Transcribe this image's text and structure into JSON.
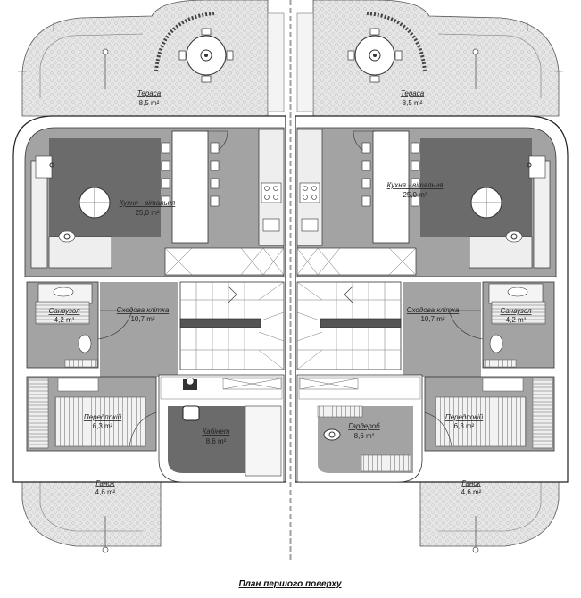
{
  "title": "План першого поверху",
  "area_unit": "m²",
  "colors": {
    "wall": "#ffffff",
    "floor_grey": "#a3a3a3",
    "floor_dark": "#6b6b6b",
    "paving": "#e4e4e4",
    "line": "#333333"
  },
  "rooms": {
    "terrace_left": {
      "name": "Тераса",
      "area": "8,5 m²"
    },
    "terrace_right": {
      "name": "Тераса",
      "area": "8,5 m²"
    },
    "kitchen_left": {
      "name": "Кухня - вітальня",
      "area": "25,0 m²"
    },
    "kitchen_right": {
      "name": "Кухня - вітальня",
      "area": "25,0 m²"
    },
    "bath_left": {
      "name": "Санвузол",
      "area": "4,2 m²"
    },
    "bath_right": {
      "name": "Санвузол",
      "area": "4,2 m²"
    },
    "stair_left": {
      "name": "Сходова клітка",
      "area": "10,7 m²"
    },
    "stair_right": {
      "name": "Сходова клітка",
      "area": "10,7 m²"
    },
    "hall_left": {
      "name": "Передпокій",
      "area": "6,3 m²"
    },
    "hall_right": {
      "name": "Передпокій",
      "area": "6,3 m²"
    },
    "study": {
      "name": "Кабінет",
      "area": "8,6 m²"
    },
    "wardrobe": {
      "name": "Гардероб",
      "area": "8,6 m²"
    },
    "porch_left": {
      "name": "Ганок",
      "area": "4,6 m²"
    },
    "porch_right": {
      "name": "Ганок",
      "area": "4,6 m²"
    }
  }
}
